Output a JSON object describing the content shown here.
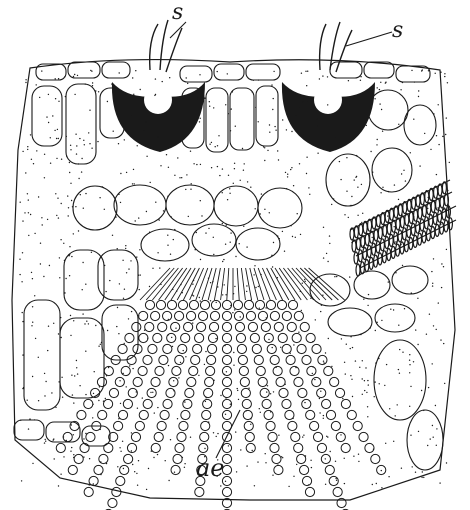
{
  "labels": {
    "s_left": "s",
    "s_right": "s",
    "ae": "ae"
  },
  "colors": {
    "ink": "#1a1a1a",
    "paper": "#ffffff"
  }
}
